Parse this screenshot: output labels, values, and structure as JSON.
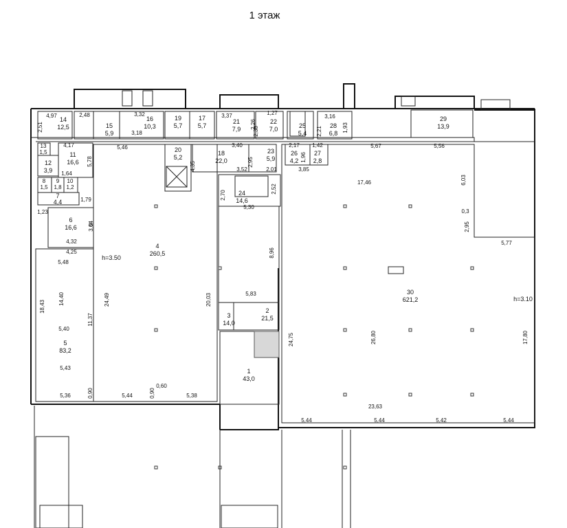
{
  "title": "1 этаж",
  "rooms": [
    {
      "num": "14",
      "area": "12,5"
    },
    {
      "num": "15",
      "area": "5,9"
    },
    {
      "num": "16",
      "area": "10,3"
    },
    {
      "num": "19",
      "area": "5,7"
    },
    {
      "num": "17",
      "area": "5,7"
    },
    {
      "num": "21",
      "area": "7,9"
    },
    {
      "num": "22",
      "area": "7,0"
    },
    {
      "num": "25",
      "area": "5,4"
    },
    {
      "num": "28",
      "area": "6,8"
    },
    {
      "num": "29",
      "area": "13,9"
    },
    {
      "num": "13",
      "area": "1,5"
    },
    {
      "num": "11",
      "area": "16,6"
    },
    {
      "num": "12",
      "area": "3,9"
    },
    {
      "num": "20",
      "area": "5,2"
    },
    {
      "num": "18",
      "area": "22,0"
    },
    {
      "num": "23",
      "area": "5,9"
    },
    {
      "num": "26",
      "area": "4,2"
    },
    {
      "num": "27",
      "area": "2,8"
    },
    {
      "num": "8",
      "area": "1,5"
    },
    {
      "num": "9",
      "area": "1,8"
    },
    {
      "num": "10",
      "area": "1,2"
    },
    {
      "num": "7",
      "area": "4,4"
    },
    {
      "num": "24",
      "area": "14,6"
    },
    {
      "num": "6",
      "area": "16,6"
    },
    {
      "num": "4",
      "area": "260,5"
    },
    {
      "num": "30",
      "area": "621,2"
    },
    {
      "num": "3",
      "area": "14,0"
    },
    {
      "num": "2",
      "area": "21,5"
    },
    {
      "num": "5",
      "area": "83,2"
    },
    {
      "num": "1",
      "area": "43,0"
    }
  ],
  "heights": [
    "h=3.50",
    "h=3.10"
  ],
  "dimensions": [
    "4,97",
    "2,51",
    "2,48",
    "3,32",
    "3,18",
    "3,37",
    "1,27",
    "2,26",
    "2,38",
    "3,16",
    "2,21",
    "1,93",
    "4,17",
    "5,46",
    "3,40",
    "2,95",
    "5,67",
    "5,56",
    "1,96",
    "2,17",
    "1,42",
    "5,78",
    "4,35",
    "3,52",
    "2,01",
    "3,85",
    "17,46",
    "6,03",
    "1,64",
    "1,79",
    "2,70",
    "2,52",
    "5,30",
    "1,23",
    "3,64",
    "0,3",
    "2,95",
    "4,32",
    "4,25",
    "5,77",
    "5,48",
    "8,96",
    "14,40",
    "24,49",
    "20,03",
    "18,43",
    "11,37",
    "5,83",
    "5,40",
    "24,75",
    "26,80",
    "17,80",
    "5,43",
    "0,60",
    "5,36",
    "0,90",
    "5,44",
    "0,90",
    "5,38",
    "23,63",
    "5,44",
    "5,44",
    "5,42",
    "5,44"
  ]
}
